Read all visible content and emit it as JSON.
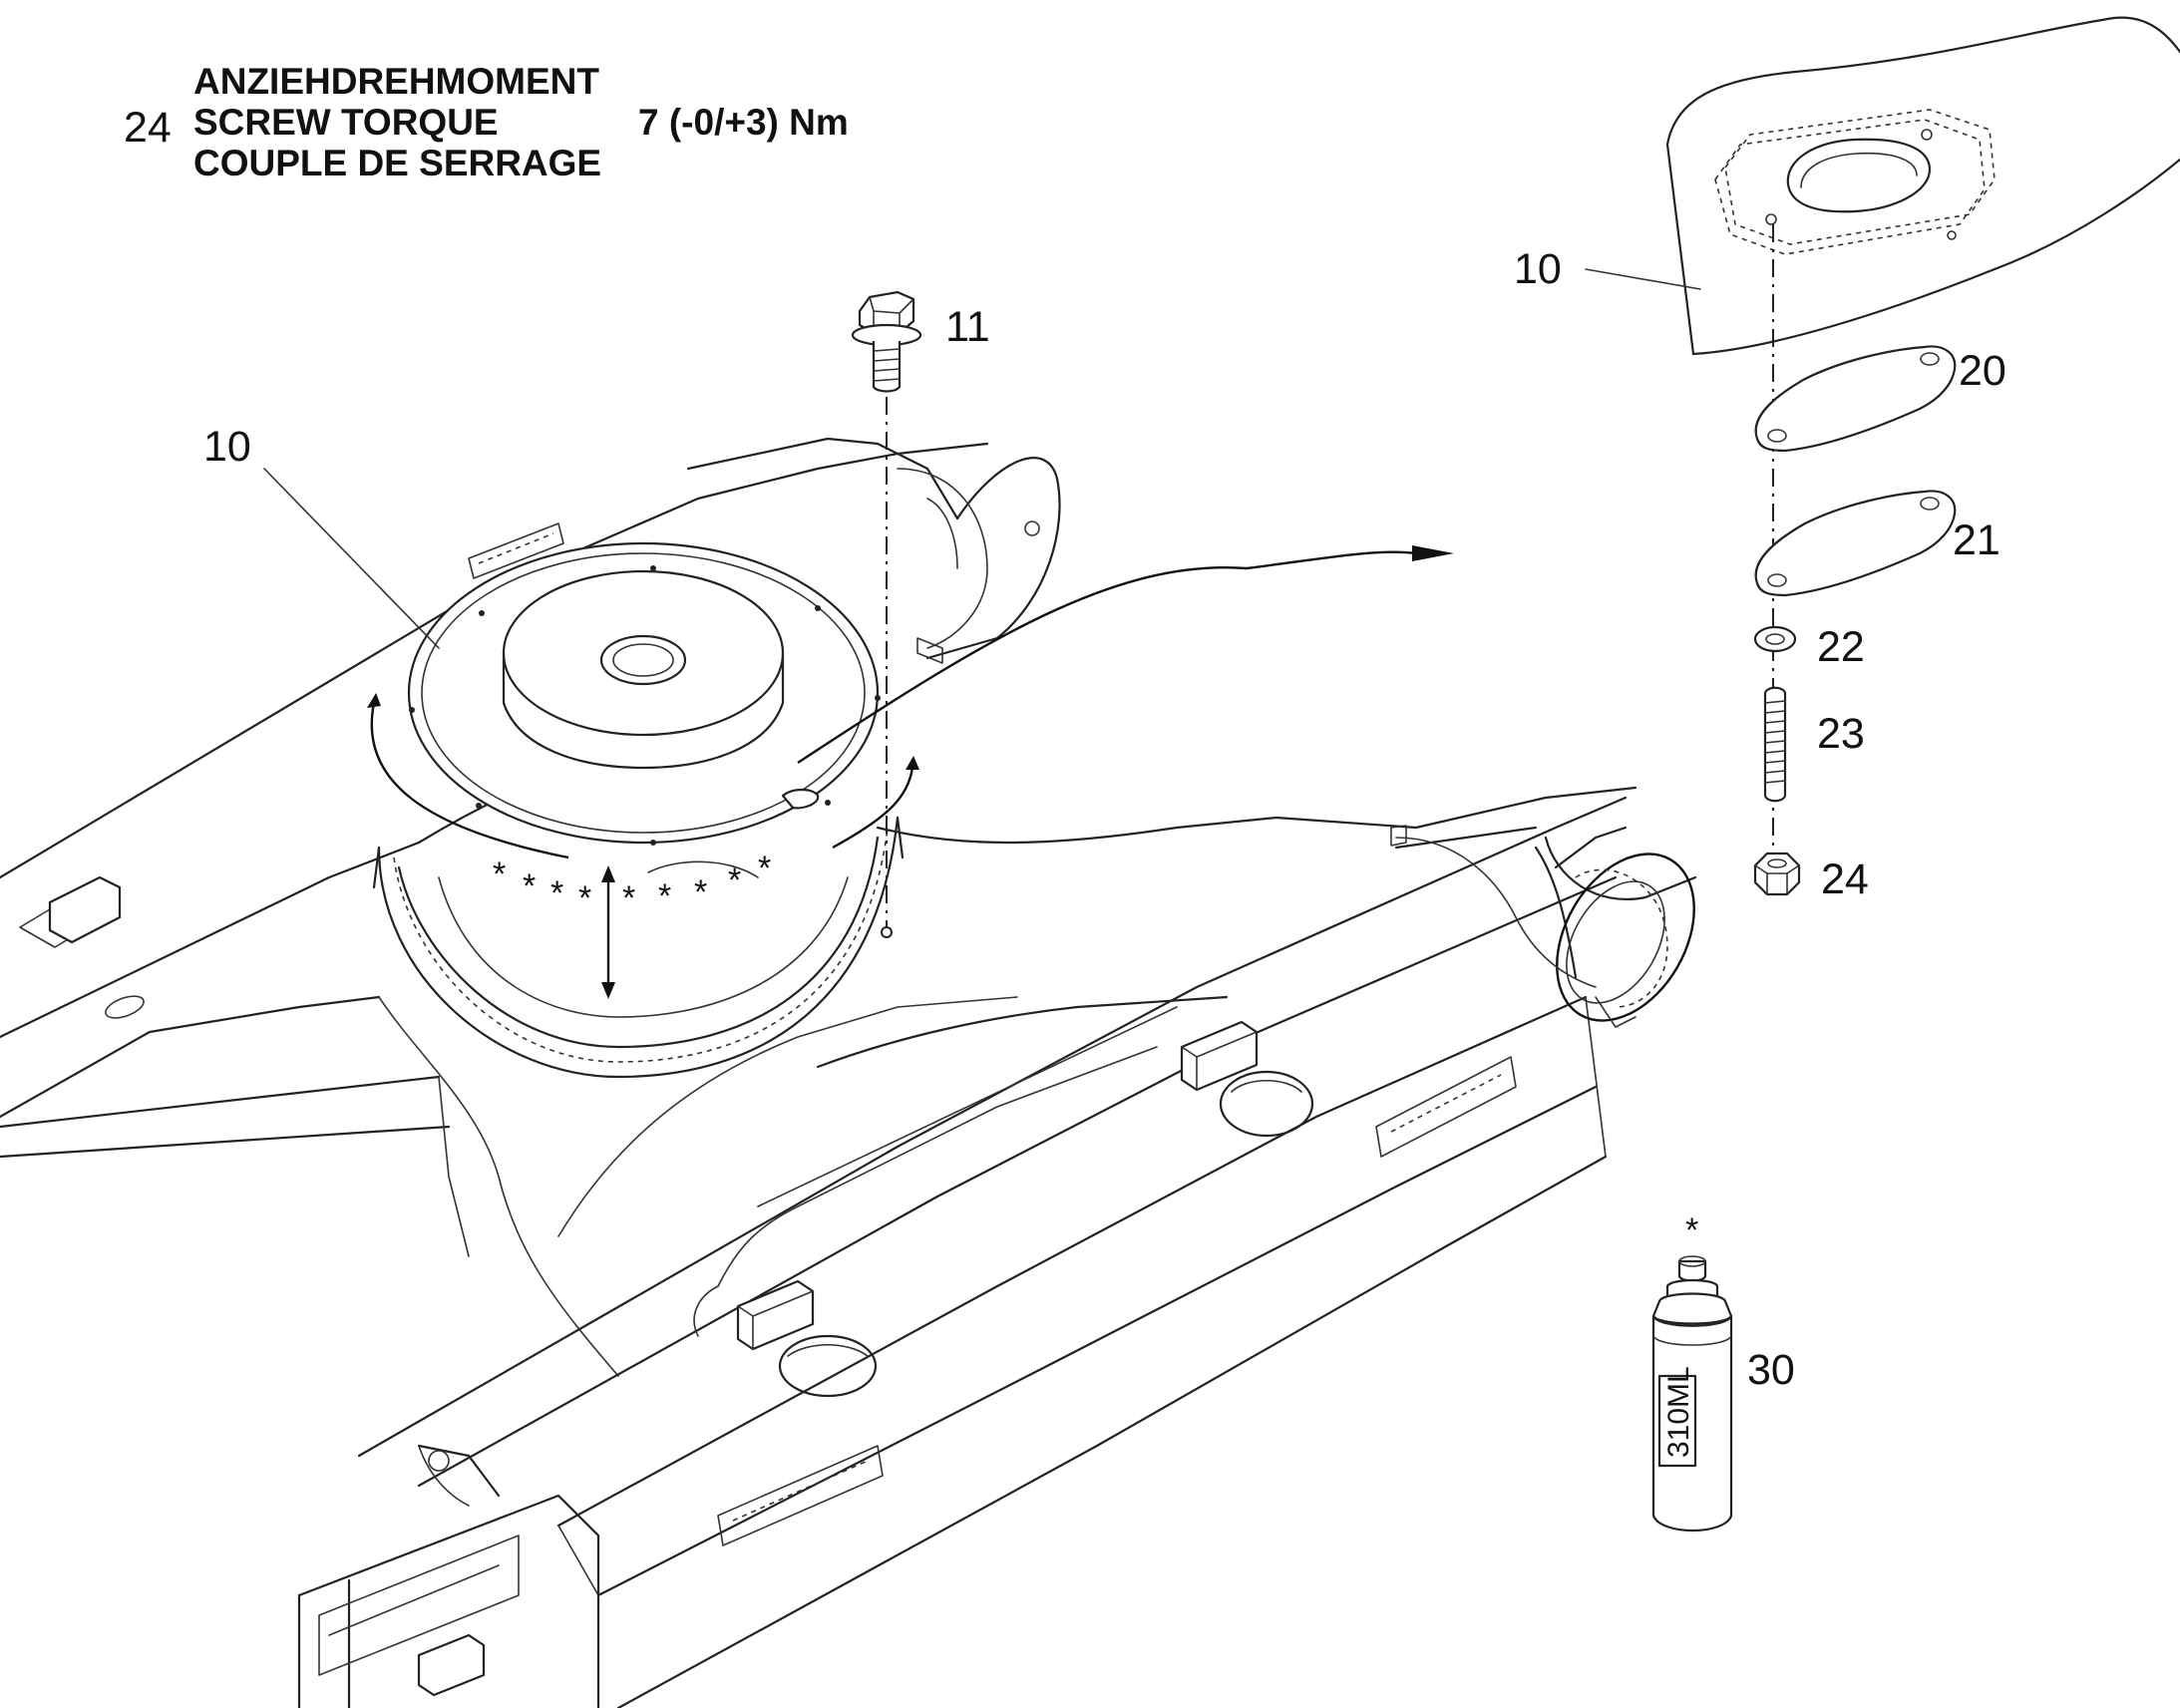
{
  "torque_note": {
    "item": "24",
    "line_de": "ANZIEHDREHMOMENT",
    "line_en": "SCREW TORQUE",
    "line_fr": "COUPLE DE SERRAGE",
    "value": "7 (-0/+3) Nm"
  },
  "callouts": {
    "cover_main": "10",
    "bolt": "11",
    "cover_detail": "10",
    "gasket_upper": "20",
    "gasket_lower": "21",
    "washer": "22",
    "stud": "23",
    "nut": "24",
    "sealant": "30"
  },
  "sealant": {
    "volume": "310ML",
    "marker": "*"
  },
  "seal_marks": [
    "*",
    "*",
    "*",
    "*",
    "*",
    "*",
    "*",
    "*",
    "*"
  ]
}
